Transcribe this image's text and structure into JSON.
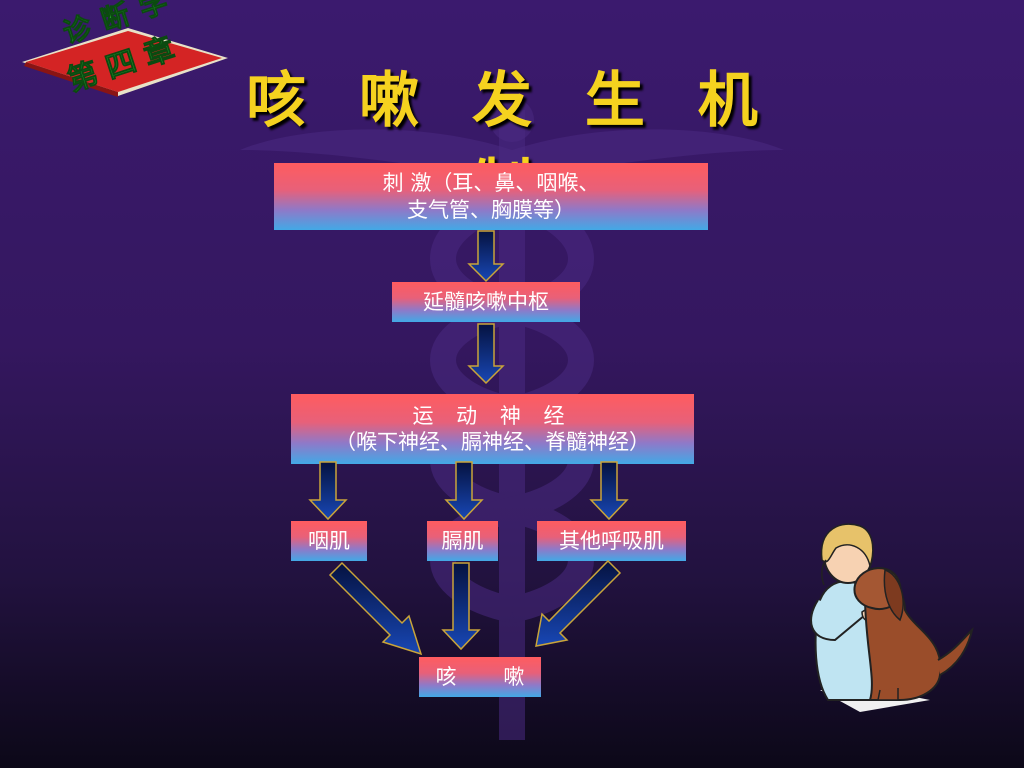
{
  "badge": {
    "line1": "诊断学",
    "line2": "第四章"
  },
  "title": "咳 嗽 发 生 机 制",
  "flow": {
    "stimulus": {
      "line1": "刺 激（耳、鼻、咽喉、",
      "line2": "支气管、胸膜等）"
    },
    "center": "延髓咳嗽中枢",
    "motor_nerve": {
      "line1": "运 动 神 经",
      "line2": "（喉下神经、膈神经、脊髓神经）"
    },
    "muscles": {
      "pharyngeal": "咽肌",
      "diaphragm": "膈肌",
      "other": "其他呼吸肌"
    },
    "result": "咳 嗽"
  },
  "colors": {
    "title": "#f5d21f",
    "box_top": "#ff5c5f",
    "box_bottom": "#42a9e6",
    "arrow_fill": "#0d2f86",
    "arrow_stroke": "#c9a43a",
    "badge_red": "#d42424",
    "badge_text": "#1f9a2a"
  },
  "icons": {
    "watermark": "caduceus-watermark-icon",
    "clipart": "nurse-with-dog-illustration"
  }
}
